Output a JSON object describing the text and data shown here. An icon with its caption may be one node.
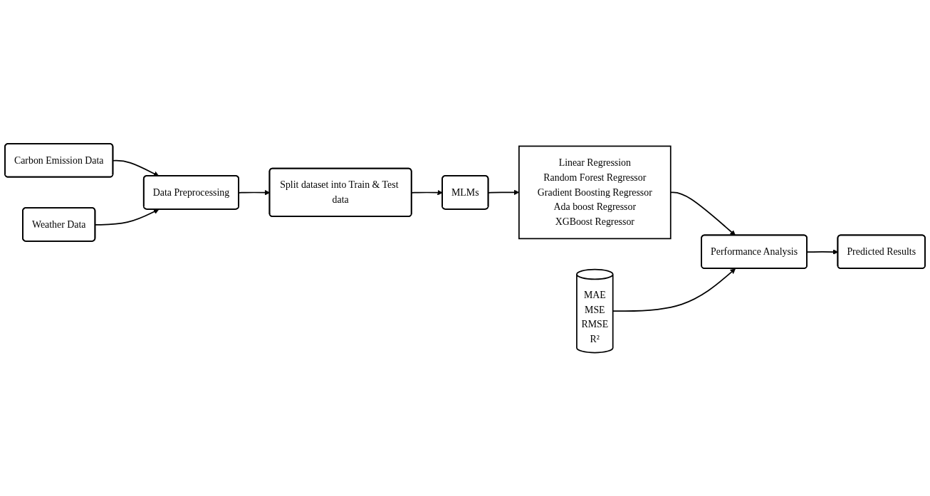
{
  "diagram": {
    "nodes": [
      {
        "text": [
          "Carbon Emission Data"
        ]
      },
      {
        "text": [
          "Weather Data"
        ]
      },
      {
        "text": [
          "Data Preprocessing"
        ]
      },
      {
        "text": [
          "Split dataset into Train & Test data"
        ]
      },
      {
        "text": [
          "MLMs"
        ]
      },
      {
        "text": [
          "Linear Regression",
          "Random Forest Regressor",
          "Gradient Boosting Regressor",
          "Ada boost Regressor",
          "XGBoost Regressor"
        ]
      },
      {
        "text": [
          "Performance Analysis"
        ]
      },
      {
        "text": [
          "Predicted Results"
        ]
      },
      {
        "text": [
          "MAE",
          "MSE",
          "RMSE",
          "R²"
        ]
      }
    ],
    "edges": [
      {
        "from": 0,
        "to": 2,
        "arrow": "to"
      },
      {
        "from": 1,
        "to": 2,
        "arrow": "to"
      },
      {
        "from": 2,
        "to": 3,
        "arrow": "to"
      },
      {
        "from": 3,
        "to": 4,
        "arrow": "to"
      },
      {
        "from": 4,
        "to": 5,
        "arrow": "to"
      },
      {
        "from": 5,
        "to": 6,
        "arrow": "to"
      },
      {
        "from": 6,
        "to": 7,
        "arrow": "to"
      },
      {
        "from": 8,
        "to": 6,
        "arrow": "to"
      }
    ]
  }
}
